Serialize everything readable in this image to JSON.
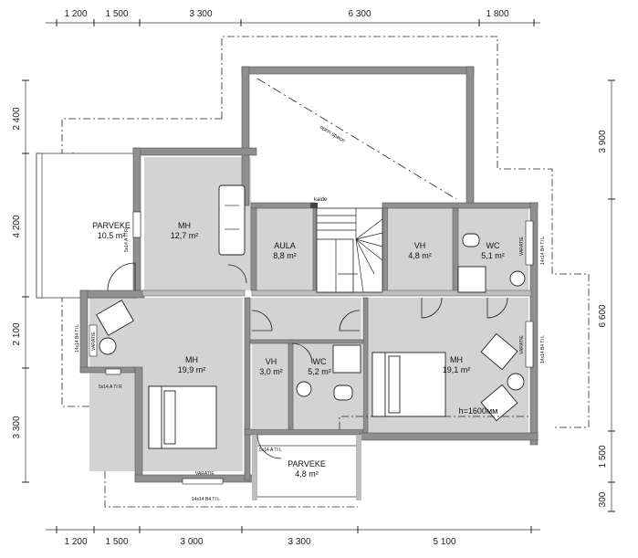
{
  "dimensions": {
    "top": [
      "1 200",
      "1 500",
      "3 300",
      "6 300",
      "1 800"
    ],
    "bottom": [
      "1 200",
      "1 500",
      "3 000",
      "3 300",
      "5 100"
    ],
    "left": [
      "2 400",
      "4 200",
      "2 100",
      "3 300"
    ],
    "right": [
      "3 900",
      "6 600",
      "1 500",
      "300"
    ]
  },
  "rooms": {
    "parveke_west": {
      "name": "PARVEKE",
      "area": "10,5 m²"
    },
    "mh_north": {
      "name": "MH",
      "area": "12,7 m²"
    },
    "aula": {
      "name": "AULA",
      "area": "8,8 m²"
    },
    "vh_east": {
      "name": "VH",
      "area": "4,8 m²"
    },
    "wc_east": {
      "name": "WC",
      "area": "5,1 m²"
    },
    "mh_southwest": {
      "name": "MH",
      "area": "19,9 m²"
    },
    "vh_center": {
      "name": "VH",
      "area": "3,0 m²"
    },
    "wc_center": {
      "name": "WC",
      "area": "5,2 m²"
    },
    "mh_southeast": {
      "name": "MH",
      "area": "19,1 m²"
    },
    "parveke_south": {
      "name": "PARVEKE",
      "area": "4,8 m²"
    }
  },
  "annotations": {
    "open_space": "open space",
    "kaide": "kaide",
    "bed_height": "h=1600мм"
  },
  "windows": {
    "w_left1": "5x14 A TI R",
    "w_left2": "14x14 B4 TI L",
    "w_left2_var": "VARATIE",
    "w_left3": "5x14 A TI R",
    "w_right1": "14x14 B4 TI L",
    "w_right1_var": "VARATIE",
    "w_right2": "14x14 B4 TI L",
    "w_right2_var": "VARATIE",
    "w_bottom1": "14x14 B4 TI L",
    "w_bottom1_var": "VARATIE",
    "w_bottom2": "5x14 A TI L"
  }
}
